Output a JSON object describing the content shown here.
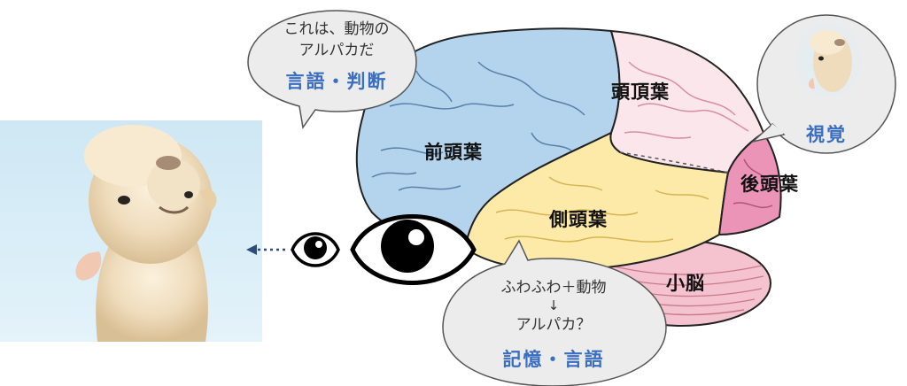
{
  "lobes": {
    "frontal": "前頭葉",
    "parietal": "頭頂葉",
    "temporal": "側頭葉",
    "occipital": "後頭葉",
    "cerebellum": "小脳"
  },
  "bubbles": {
    "top": {
      "line1": "これは、動物の",
      "line2": "アルパカだ",
      "key": "言語・判断"
    },
    "bottom": {
      "line1": "ふわふわ＋動物",
      "arrow": "↓",
      "line2": "アルパカ？",
      "key": "記憶・言語"
    },
    "right": {
      "key": "視覚"
    }
  },
  "colors": {
    "frontal": "#b4d4ee",
    "parietal": "#fbe6ec",
    "temporal": "#fde9a8",
    "occipital": "#ec93b8",
    "cerebellum": "#f4c3cf",
    "key_text": "#3a6ec0",
    "bubble_fill": "#ececec",
    "arrow": "#2d4c7c"
  },
  "icons": [
    "eye-icon-small",
    "eye-icon-large",
    "alpaca-photo",
    "alpaca-thumbnail"
  ]
}
